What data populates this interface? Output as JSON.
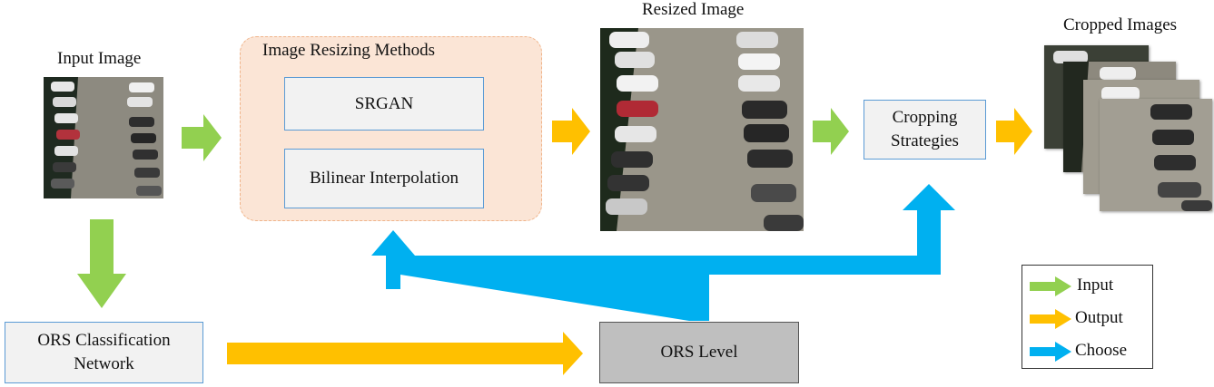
{
  "input_image": {
    "caption": "Input Image"
  },
  "resizing": {
    "title": "Image Resizing Methods",
    "methods": [
      "SRGAN",
      "Bilinear Interpolation"
    ]
  },
  "resized_image": {
    "caption": "Resized Image"
  },
  "cropping": {
    "label": "Cropping\nStrategies"
  },
  "cropped_images": {
    "caption": "Cropped Images"
  },
  "ors_network": {
    "label": "ORS Classification\nNetwork"
  },
  "ors_level": {
    "label": "ORS Level"
  },
  "legend": {
    "items": [
      {
        "label": "Input",
        "color": "#92d050"
      },
      {
        "label": "Output",
        "color": "#ffc000"
      },
      {
        "label": "Choose",
        "color": "#00b0f0"
      }
    ]
  },
  "colors": {
    "input_arrow": "#92d050",
    "output_arrow": "#ffc000",
    "choose_arrow": "#00b0f0",
    "resizing_panel": "#fbe5d6",
    "method_box": "#f2f2f2",
    "ors_level_box": "#bfbfbf"
  }
}
